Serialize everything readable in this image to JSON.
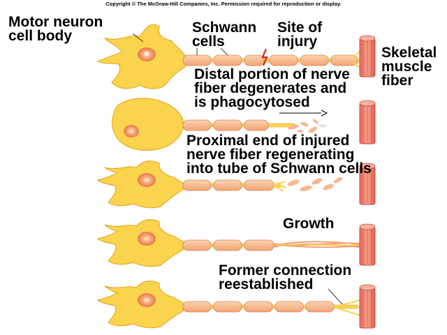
{
  "copyright": "Copyright © The McGraw-Hill Companies, Inc. Permission required for reproduction or display.",
  "labels": {
    "motor_neuron": "Motor neuron\ncell body",
    "schwann_cells": "Schwann\ncells",
    "site_of_injury": "Site of\ninjury",
    "skeletal_muscle": "Skeletal\nmuscle\nfiber",
    "distal_degenerates": "Distal portion of nerve\nfiber degenerates and\nis phagocytosed",
    "proximal_regenerating": "Proximal end of injured\nnerve fiber regenerating\ninto tube of Schwann cells",
    "growth": "Growth",
    "former_connection": "Former connection\nreestablished"
  },
  "colors": {
    "neuron_fill": "#fbd44e",
    "neuron_stroke": "#e8a82a",
    "nucleus": "#f08a5a",
    "schwann_fill": "#f6b98e",
    "schwann_stroke": "#d98256",
    "muscle_fill": "#f08a7a",
    "muscle_stroke": "#c24a3a",
    "injury_red": "#e02020"
  }
}
